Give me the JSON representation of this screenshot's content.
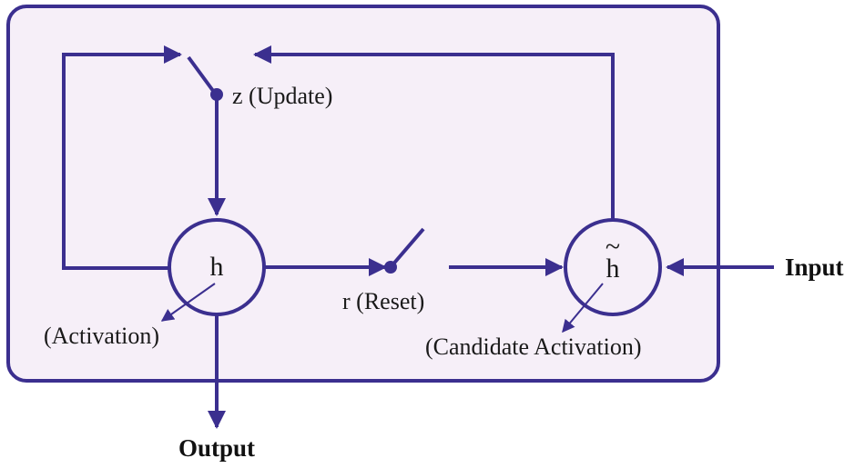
{
  "colors": {
    "line": "#3b2f8f",
    "panel_fill": "#f6eff8",
    "text": "#1a1a1a"
  },
  "nodes": {
    "activation": {
      "symbol": "h",
      "label": "(Activation)"
    },
    "candidate": {
      "symbol": "h",
      "accent": "~",
      "label": "(Candidate Activation)"
    }
  },
  "gates": {
    "update": {
      "label": "z (Update)"
    },
    "reset": {
      "label": "r (Reset)"
    }
  },
  "io": {
    "input": "Input",
    "output": "Output"
  }
}
